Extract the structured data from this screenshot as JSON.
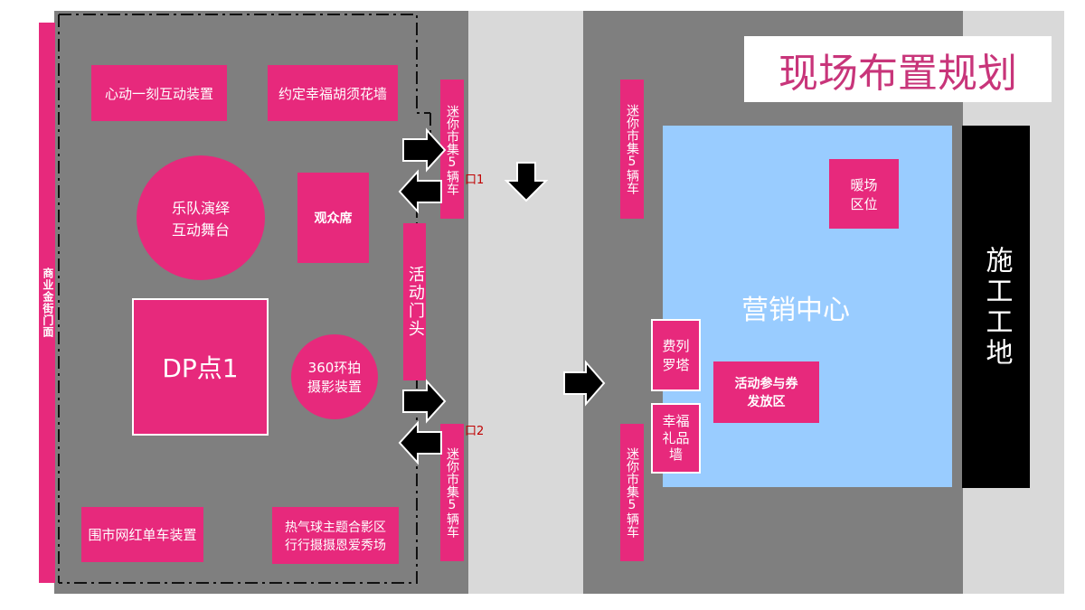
{
  "title": "现场布置规划",
  "left_strip": "商业金街门面",
  "zones": {
    "heart_moment": "心动一刻互动装置",
    "beard_wall": "约定幸福胡须花墙",
    "band_stage_line1": "乐队演绎",
    "band_stage_line2": "互动舞台",
    "audience": "观众席",
    "dp_point": "DP点1",
    "photo360_line1": "360环拍",
    "photo360_line2": "摄影装置",
    "activity_gate": "活动门头",
    "bike": "围市网红单车装置",
    "balloon_line1": "热气球主题合影区",
    "balloon_line2": "行行摄摄恩爱秀场",
    "mini_market": "迷你市集5辆车",
    "entrance1": "口1",
    "entrance2": "口2",
    "marketing_center": "营销中心",
    "warm_area_line1": "暖场",
    "warm_area_line2": "区位",
    "ferrero_line1": "费列",
    "ferrero_line2": "罗塔",
    "gift_wall": "幸福礼品墙",
    "coupon_line1": "活动参与券",
    "coupon_line2": "发放区",
    "construction": "施工工地"
  },
  "colors": {
    "pink": "#e7297c",
    "gray": "#7f7f7f",
    "road": "#d9d9d9",
    "blue": "#99ccff",
    "black": "#000000"
  }
}
